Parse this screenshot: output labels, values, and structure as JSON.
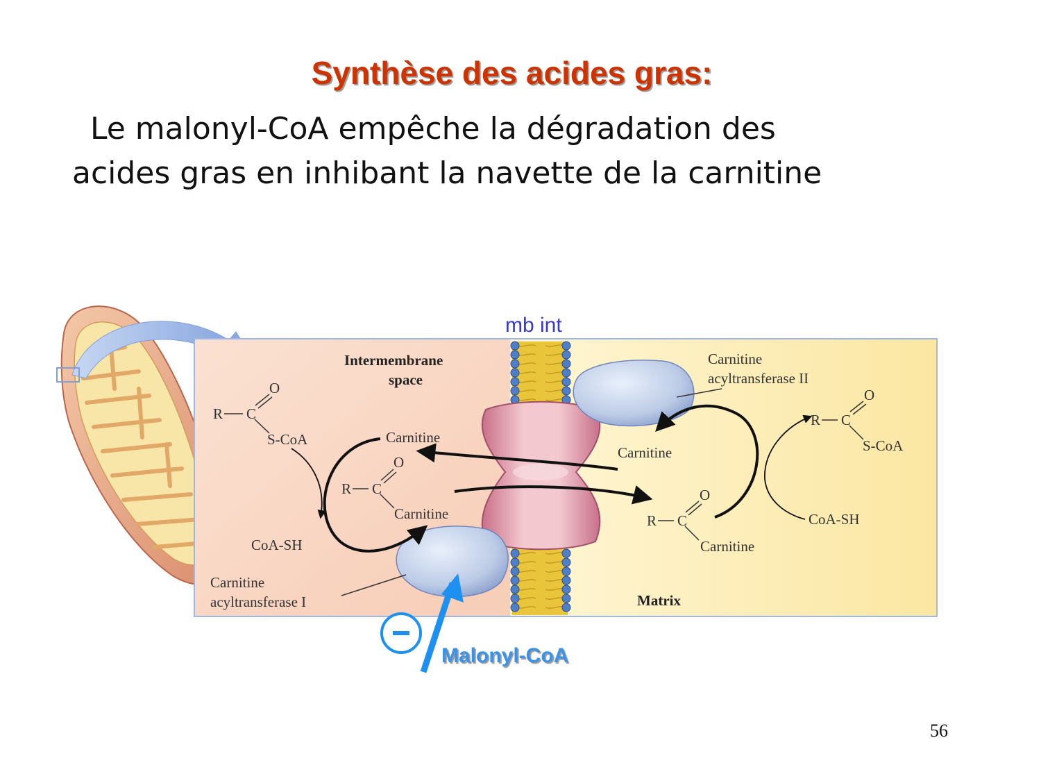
{
  "slide": {
    "title": "Synthèse des acides gras:",
    "subtitle_line1": "Le malonyl-CoA empêche la dégradation des",
    "subtitle_line2": "acides gras en inhibant la navette de la carnitine",
    "page_number": "56"
  },
  "diagram": {
    "membrane_label": "mb int",
    "intermembrane_line1": "Intermembrane",
    "intermembrane_line2": "space",
    "matrix": "Matrix",
    "enzyme1_line1": "Carnitine",
    "enzyme1_line2": "acyltransferase I",
    "enzyme2_line1": "Carnitine",
    "enzyme2_line2": "acyltransferase II",
    "left_acyl_coa": {
      "r": "R",
      "c": "C",
      "o": "O",
      "tail": "S-CoA"
    },
    "left_carnitine": "Carnitine",
    "left_acyl_carnitine": {
      "r": "R",
      "c": "C",
      "o": "O",
      "tail": "Carnitine"
    },
    "left_coash": "CoA-SH",
    "right_carnitine": "Carnitine",
    "right_acyl_carnitine": {
      "r": "R",
      "c": "C",
      "o": "O",
      "tail": "Carnitine"
    },
    "right_acyl_coa": {
      "r": "R",
      "c": "C",
      "o": "O",
      "tail": "S-CoA"
    },
    "right_coash": "CoA-SH",
    "inhibitor": "Malonyl-CoA",
    "inhibition_symbol": "−"
  },
  "colors": {
    "title": "#cc3300",
    "membrane_label": "#3a3ac8",
    "inhibitor": "#3a93e8",
    "arrow_blue": "#1e90f0"
  }
}
